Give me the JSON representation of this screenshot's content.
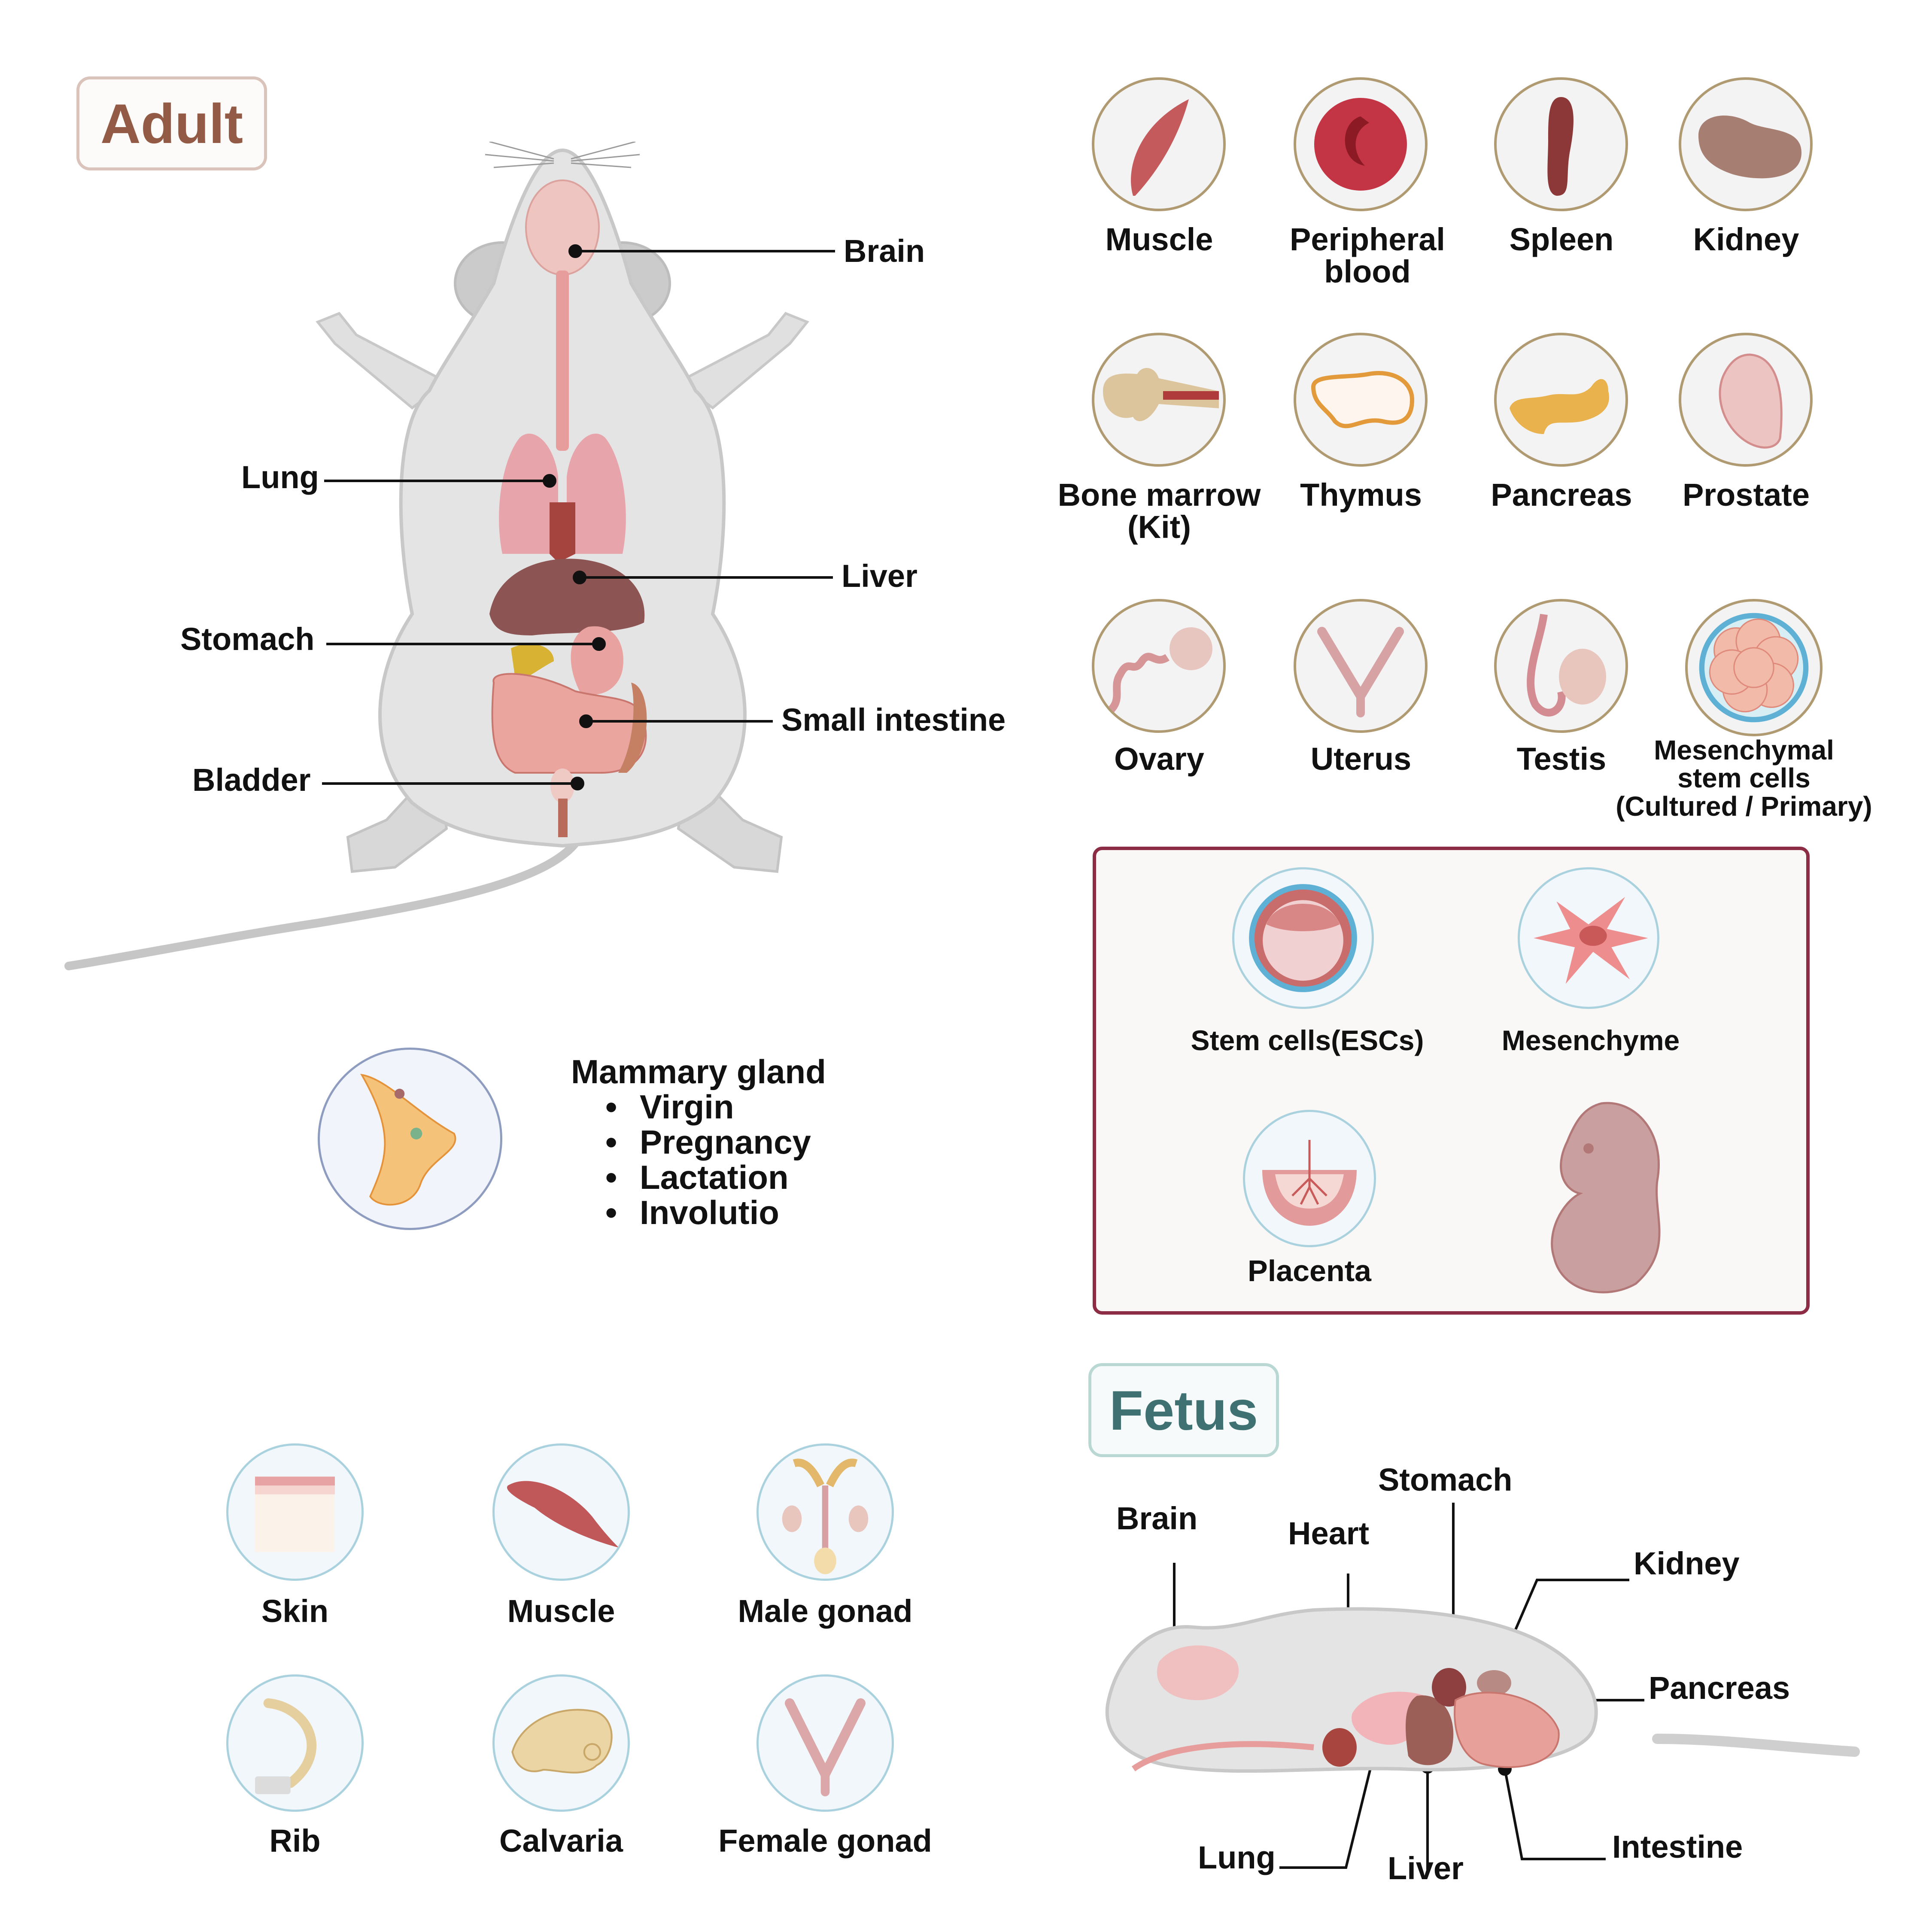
{
  "adult": {
    "badge": "Adult",
    "mouse_labels": {
      "brain": "Brain",
      "lung": "Lung",
      "liver": "Liver",
      "stomach": "Stomach",
      "small_intestine": "Small intestine",
      "bladder": "Bladder"
    },
    "tissues": [
      {
        "label": "Muscle",
        "icon": "muscle-icon"
      },
      {
        "label": "Peripheral\nblood",
        "icon": "red-blood-cell-icon"
      },
      {
        "label": "Spleen",
        "icon": "spleen-icon"
      },
      {
        "label": "Kidney",
        "icon": "kidney-icon"
      },
      {
        "label": "Bone marrow\n(Kit)",
        "icon": "bone-marrow-icon"
      },
      {
        "label": "Thymus",
        "icon": "thymus-icon"
      },
      {
        "label": "Pancreas",
        "icon": "pancreas-icon"
      },
      {
        "label": "Prostate",
        "icon": "prostate-icon"
      },
      {
        "label": "Ovary",
        "icon": "ovary-icon"
      },
      {
        "label": "Uterus",
        "icon": "uterus-icon"
      },
      {
        "label": "Testis",
        "icon": "testis-icon"
      },
      {
        "label": "Mesenchymal\nstem cells\n(Cultured / Primary)",
        "icon": "stem-cell-cluster-icon"
      }
    ],
    "mammary": {
      "title": "Mammary gland",
      "stages": [
        "Virgin",
        "Pregnancy",
        "Lactation",
        "Involutio"
      ]
    }
  },
  "embryonic": {
    "items": [
      {
        "label": "Stem cells(ESCs)",
        "icon": "blastocyst-icon"
      },
      {
        "label": "Mesenchyme",
        "icon": "mesenchymal-cell-icon"
      },
      {
        "label": "Placenta",
        "icon": "placenta-icon"
      },
      {
        "label": "",
        "icon": "embryo-icon"
      }
    ],
    "border_color": "#8c2d45"
  },
  "neonatal_tissues": [
    {
      "label": "Skin",
      "icon": "skin-icon"
    },
    {
      "label": "Muscle",
      "icon": "muscle-icon"
    },
    {
      "label": "Male gonad",
      "icon": "male-gonad-icon"
    },
    {
      "label": "Rib",
      "icon": "rib-icon"
    },
    {
      "label": "Calvaria",
      "icon": "skull-icon"
    },
    {
      "label": "Female gonad",
      "icon": "female-gonad-icon"
    }
  ],
  "fetus": {
    "badge": "Fetus",
    "labels": {
      "brain": "Brain",
      "heart": "Heart",
      "stomach": "Stomach",
      "kidney": "Kidney",
      "pancreas": "Pancreas",
      "intestine": "Intestine",
      "lung": "Lung",
      "liver": "Liver"
    }
  },
  "colors": {
    "adult_badge_text": "#935a45",
    "adult_badge_border": "#d9c3ba",
    "fetus_badge_text": "#3f7172",
    "fetus_badge_border": "#b9d8d3",
    "tissue_circle_border": "#b09a72",
    "neonatal_circle_border": "#a9d1de"
  }
}
